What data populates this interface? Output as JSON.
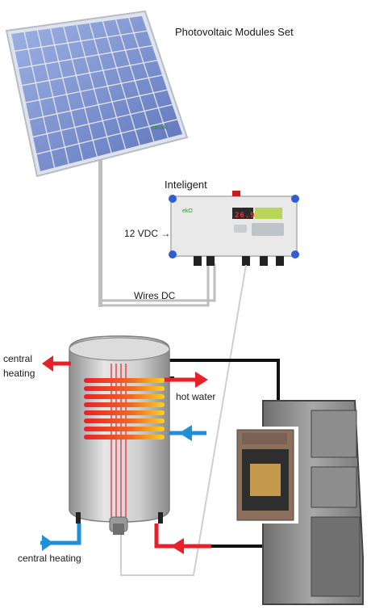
{
  "labels": {
    "pv_modules": "Photovoltaic Modules Set",
    "controller": "Inteligent",
    "voltage": "12 VDC",
    "wires": "Wires DC",
    "central_heating_top_line1": "central",
    "central_heating_top_line2": "heating",
    "hot_water": "hot water",
    "central_heating_bottom": "central heating"
  },
  "controller_display": "26.9",
  "colors": {
    "hot_pipe": "#e8202a",
    "cold_pipe": "#1e8fd8",
    "black_pipe": "#111111",
    "panel_cell": "#6f86c9",
    "tank": "#c7c7c7"
  },
  "icons": [
    "solar-panel",
    "controller-box",
    "water-tank",
    "pellet-stove",
    "arrow-icon"
  ]
}
